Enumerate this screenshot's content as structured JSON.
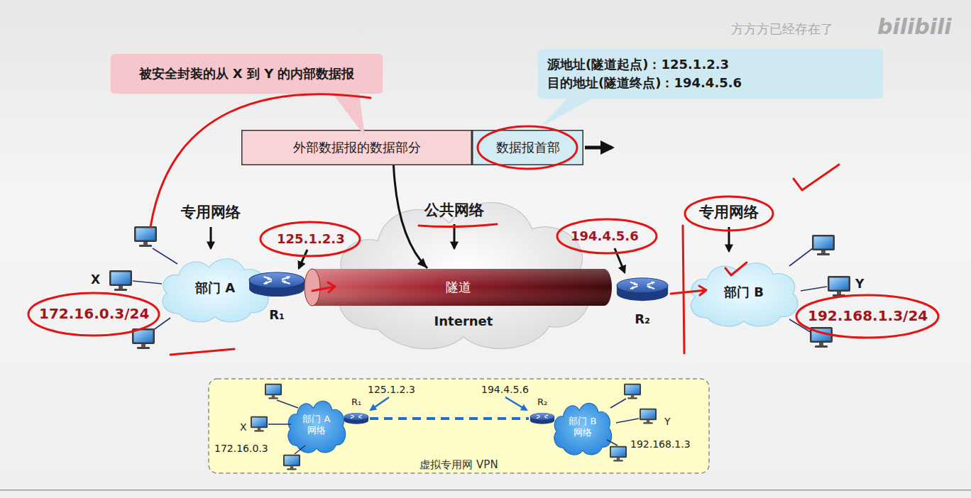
{
  "diagram": {
    "nodes": [
      {
        "text": [
          "被安全封装的从 X 到 Y 的内部数据报"
        ]
      },
      {
        "text": [
          "源地址(隧道起点)：125.1.2.3",
          "目的地址(隧道终点)：194.4.5.6"
        ]
      },
      {
        "text": [
          "外部数据报的数据部分"
        ]
      },
      {
        "text": [
          "数据报首部"
        ]
      },
      {
        "text": [
          "部门 A"
        ]
      },
      {
        "text": [
          "R₁"
        ]
      },
      {
        "text": [
          "Internet"
        ]
      },
      {
        "text": [
          "隧道"
        ]
      },
      {
        "text": [
          "R₂"
        ]
      },
      {
        "text": [
          "部门 B"
        ]
      },
      {
        "text": [
          "虚拟专用网 VPN"
        ]
      },
      {
        "text": [
          "部门 A 网络"
        ],
        "in": 10
      },
      {
        "text": [
          "R₁"
        ],
        "in": 10
      },
      {
        "text": [
          "R₂"
        ],
        "in": 10
      },
      {
        "text": [
          "部门 B 网络"
        ],
        "in": 10
      }
    ],
    "edges": [
      {
        "from": 2,
        "to": 7,
        "arrow": "to"
      },
      {
        "from": 12,
        "to": 13,
        "arrow": "none"
      }
    ],
    "labels": [
      "专用网络",
      "公共网络",
      "专用网络",
      "125.1.2.3",
      "194.4.5.6",
      "X",
      "172.16.0.3/24",
      "Y",
      "192.168.1.3/24",
      "125.1.2.3",
      "194.4.5.6",
      "X",
      "172.16.0.3",
      "Y",
      "192.168.1.3",
      "方方方已经存在了",
      "bilibili"
    ]
  }
}
